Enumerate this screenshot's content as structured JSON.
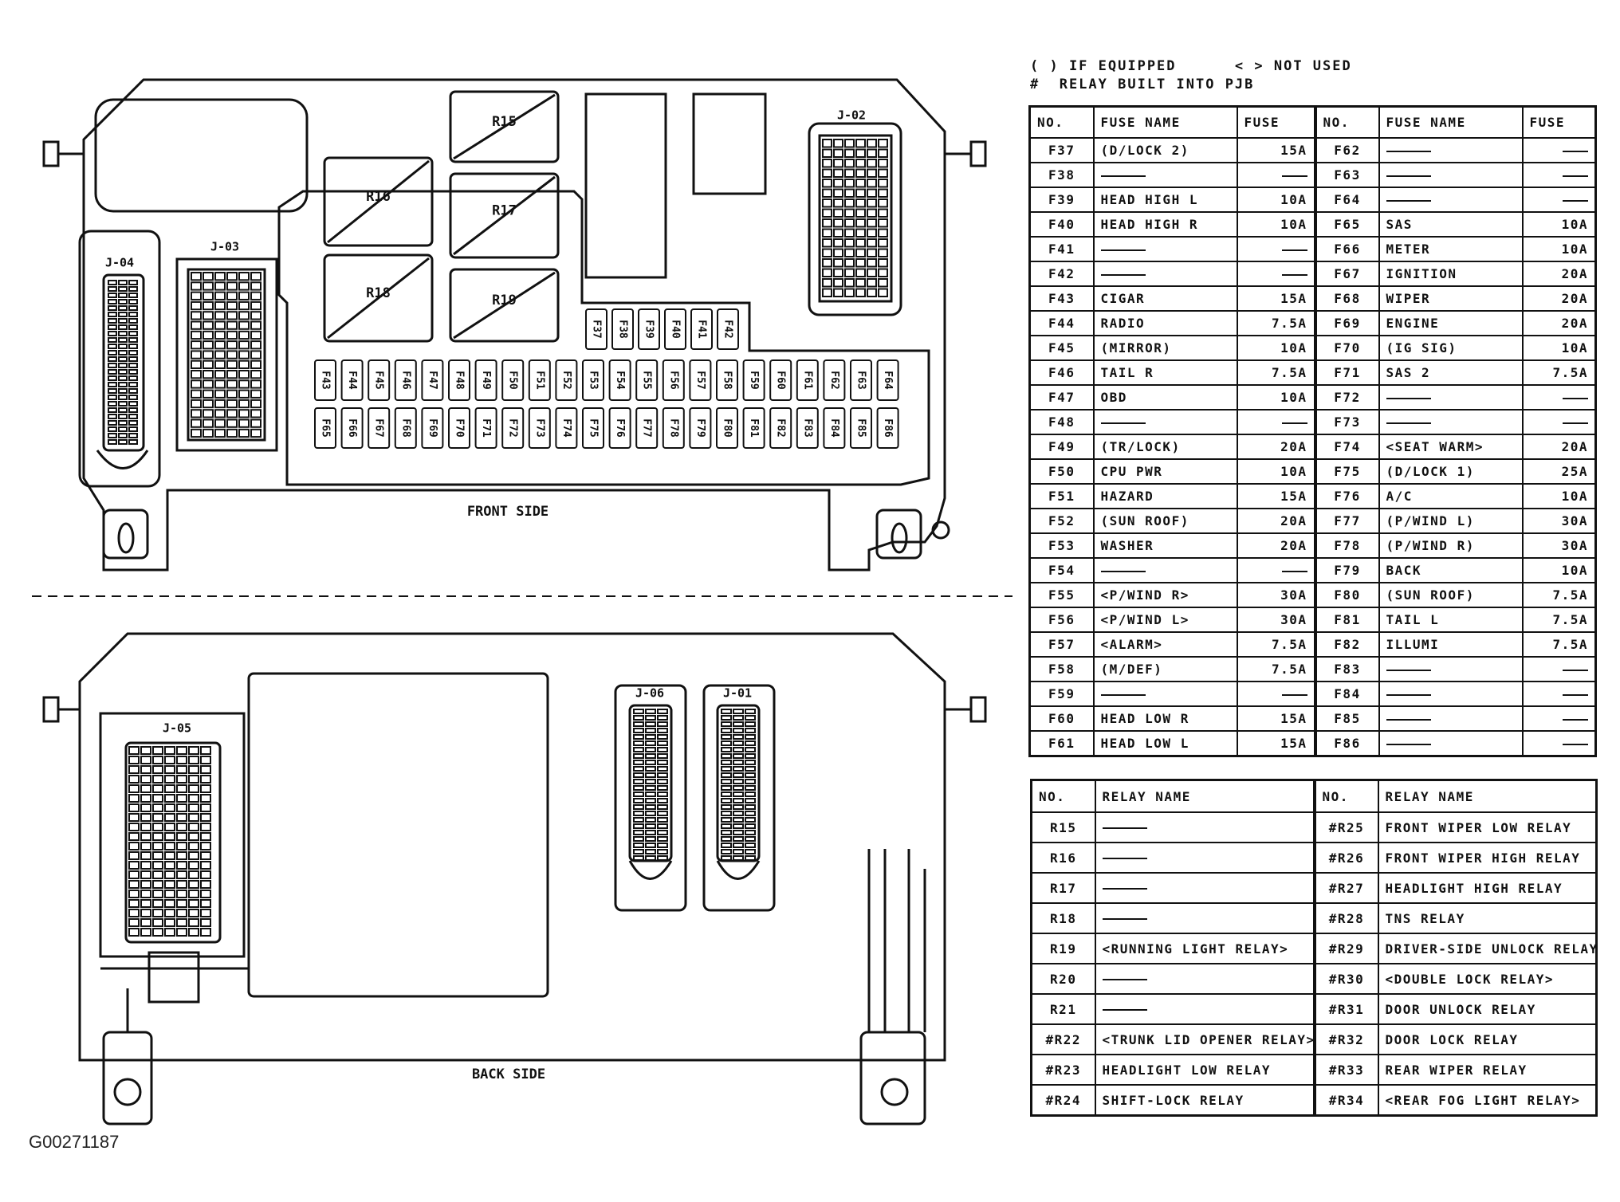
{
  "legend": {
    "line1": "( ) IF EQUIPPED      < > NOT USED",
    "line2": "#  RELAY BUILT INTO PJB"
  },
  "labels": {
    "front": "FRONT SIDE",
    "back": "BACK SIDE",
    "image_id": "G00271187"
  },
  "relays_front": [
    "R15",
    "R16",
    "R17",
    "R18",
    "R19"
  ],
  "connectors": [
    "J-01",
    "J-02",
    "J-03",
    "J-04",
    "J-05",
    "J-06"
  ],
  "fuse_labels_top": [
    "F37",
    "F38",
    "F39",
    "F40",
    "F41",
    "F42"
  ],
  "fuse_labels_row1": [
    "F43",
    "F44",
    "F45",
    "F46",
    "F47",
    "F48",
    "F49",
    "F50",
    "F51",
    "F52",
    "F53",
    "F54",
    "F55",
    "F56",
    "F57",
    "F58",
    "F59",
    "F60",
    "F61",
    "F62",
    "F63",
    "F64"
  ],
  "fuse_labels_row2": [
    "F65",
    "F66",
    "F67",
    "F68",
    "F69",
    "F70",
    "F71",
    "F72",
    "F73",
    "F74",
    "F75",
    "F76",
    "F77",
    "F78",
    "F79",
    "F80",
    "F81",
    "F82",
    "F83",
    "F84",
    "F85",
    "F86"
  ],
  "fuse_table": {
    "headers": [
      "NO.",
      "FUSE NAME",
      "FUSE",
      "NO.",
      "FUSE NAME",
      "FUSE"
    ],
    "rows": [
      [
        "F37",
        "(D/LOCK 2)",
        "15A",
        "F62",
        "",
        ""
      ],
      [
        "F38",
        "",
        "",
        "F63",
        "",
        ""
      ],
      [
        "F39",
        "HEAD HIGH L",
        "10A",
        "F64",
        "",
        ""
      ],
      [
        "F40",
        "HEAD HIGH R",
        "10A",
        "F65",
        "SAS",
        "10A"
      ],
      [
        "F41",
        "",
        "",
        "F66",
        "METER",
        "10A"
      ],
      [
        "F42",
        "",
        "",
        "F67",
        "IGNITION",
        "20A"
      ],
      [
        "F43",
        "CIGAR",
        "15A",
        "F68",
        "WIPER",
        "20A"
      ],
      [
        "F44",
        "RADIO",
        "7.5A",
        "F69",
        "ENGINE",
        "20A"
      ],
      [
        "F45",
        "(MIRROR)",
        "10A",
        "F70",
        "(IG SIG)",
        "10A"
      ],
      [
        "F46",
        "TAIL R",
        "7.5A",
        "F71",
        "SAS 2",
        "7.5A"
      ],
      [
        "F47",
        "OBD",
        "10A",
        "F72",
        "",
        ""
      ],
      [
        "F48",
        "",
        "",
        "F73",
        "",
        ""
      ],
      [
        "F49",
        "(TR/LOCK)",
        "20A",
        "F74",
        "<SEAT WARM>",
        "20A"
      ],
      [
        "F50",
        "CPU PWR",
        "10A",
        "F75",
        "(D/LOCK 1)",
        "25A"
      ],
      [
        "F51",
        "HAZARD",
        "15A",
        "F76",
        "A/C",
        "10A"
      ],
      [
        "F52",
        "(SUN ROOF)",
        "20A",
        "F77",
        "(P/WIND L)",
        "30A"
      ],
      [
        "F53",
        "WASHER",
        "20A",
        "F78",
        "(P/WIND R)",
        "30A"
      ],
      [
        "F54",
        "",
        "",
        "F79",
        "BACK",
        "10A"
      ],
      [
        "F55",
        "<P/WIND R>",
        "30A",
        "F80",
        "(SUN ROOF)",
        "7.5A"
      ],
      [
        "F56",
        "<P/WIND L>",
        "30A",
        "F81",
        "TAIL L",
        "7.5A"
      ],
      [
        "F57",
        "<ALARM>",
        "7.5A",
        "F82",
        "ILLUMI",
        "7.5A"
      ],
      [
        "F58",
        "(M/DEF)",
        "7.5A",
        "F83",
        "",
        ""
      ],
      [
        "F59",
        "",
        "",
        "F84",
        "",
        ""
      ],
      [
        "F60",
        "HEAD LOW R",
        "15A",
        "F85",
        "",
        ""
      ],
      [
        "F61",
        "HEAD LOW L",
        "15A",
        "F86",
        "",
        ""
      ]
    ]
  },
  "relay_table": {
    "headers": [
      "NO.",
      "RELAY NAME",
      "NO.",
      "RELAY NAME"
    ],
    "rows": [
      [
        "R15",
        "",
        "#R25",
        "FRONT WIPER LOW RELAY"
      ],
      [
        "R16",
        "",
        "#R26",
        "FRONT WIPER HIGH RELAY"
      ],
      [
        "R17",
        "",
        "#R27",
        "HEADLIGHT HIGH RELAY"
      ],
      [
        "R18",
        "",
        "#R28",
        "TNS RELAY"
      ],
      [
        "R19",
        "<RUNNING LIGHT RELAY>",
        "#R29",
        "DRIVER-SIDE UNLOCK RELAY"
      ],
      [
        "R20",
        "",
        "#R30",
        "<DOUBLE LOCK RELAY>"
      ],
      [
        "R21",
        "",
        "#R31",
        "DOOR UNLOCK RELAY"
      ],
      [
        "#R22",
        "<TRUNK LID OPENER RELAY>",
        "#R32",
        "DOOR LOCK RELAY"
      ],
      [
        "#R23",
        "HEADLIGHT LOW RELAY",
        "#R33",
        "REAR WIPER RELAY"
      ],
      [
        "#R24",
        "SHIFT-LOCK RELAY",
        "#R34",
        "<REAR FOG LIGHT RELAY>"
      ]
    ]
  }
}
